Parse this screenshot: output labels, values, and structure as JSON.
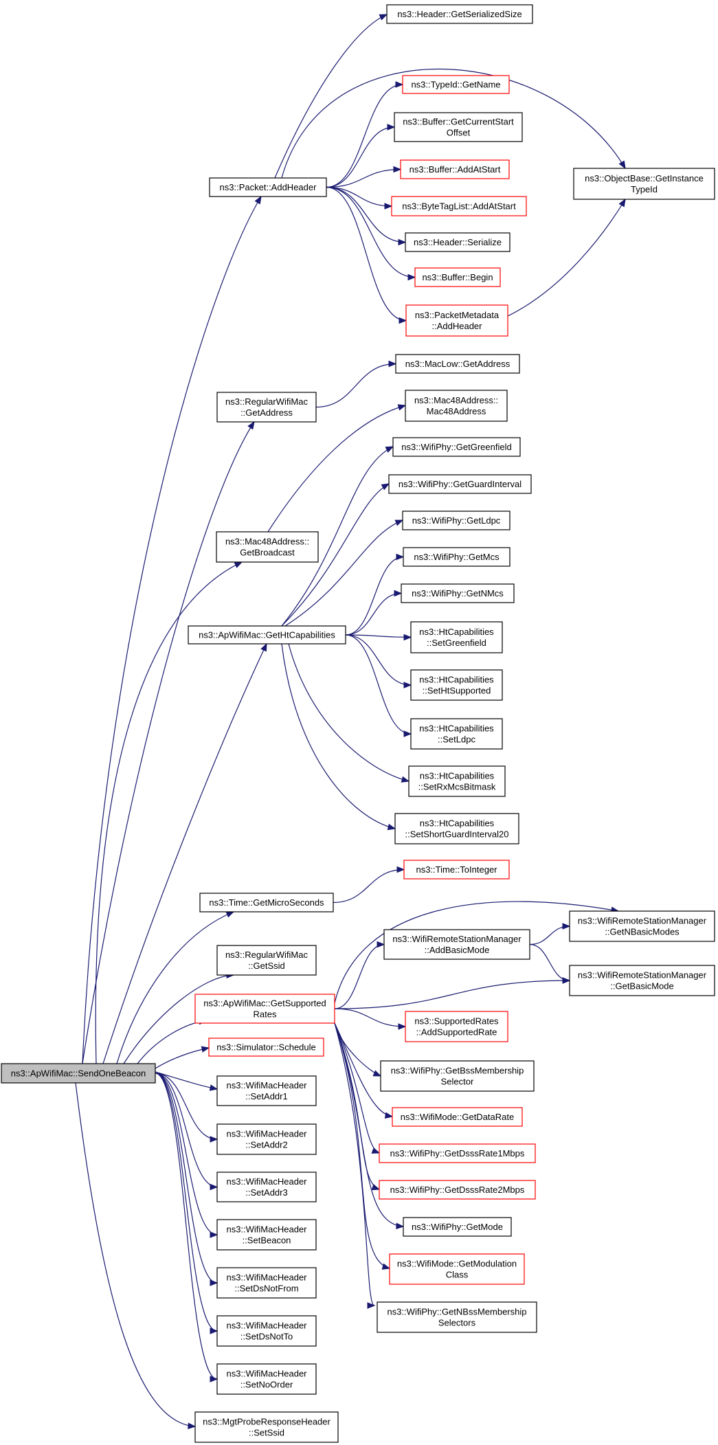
{
  "graph": {
    "nodes": [
      {
        "id": "send",
        "lines": [
          "ns3::ApWifiMac::SendOneBeacon"
        ],
        "style": "gray"
      },
      {
        "id": "addheader",
        "lines": [
          "ns3::Packet::AddHeader"
        ],
        "style": "black"
      },
      {
        "id": "getserialsize",
        "lines": [
          "ns3::Header::GetSerializedSize"
        ],
        "style": "black"
      },
      {
        "id": "typeid_getname",
        "lines": [
          "ns3::TypeId::GetName"
        ],
        "style": "red"
      },
      {
        "id": "buf_curstart",
        "lines": [
          "ns3::Buffer::GetCurrentStart",
          "Offset"
        ],
        "style": "black"
      },
      {
        "id": "buf_addatstart",
        "lines": [
          "ns3::Buffer::AddAtStart"
        ],
        "style": "red"
      },
      {
        "id": "bytetag_addatstart",
        "lines": [
          "ns3::ByteTagList::AddAtStart"
        ],
        "style": "red"
      },
      {
        "id": "header_serialize",
        "lines": [
          "ns3::Header::Serialize"
        ],
        "style": "black"
      },
      {
        "id": "buf_begin",
        "lines": [
          "ns3::Buffer::Begin"
        ],
        "style": "red"
      },
      {
        "id": "pktmeta_addheader",
        "lines": [
          "ns3::PacketMetadata",
          "::AddHeader"
        ],
        "style": "red"
      },
      {
        "id": "objbase_typeid",
        "lines": [
          "ns3::ObjectBase::GetInstance",
          "TypeId"
        ],
        "style": "black"
      },
      {
        "id": "regmac_getaddr",
        "lines": [
          "ns3::RegularWifiMac",
          "::GetAddress"
        ],
        "style": "black"
      },
      {
        "id": "maclow_getaddr",
        "lines": [
          "ns3::MacLow::GetAddress"
        ],
        "style": "black"
      },
      {
        "id": "mac48_ctor",
        "lines": [
          "ns3::Mac48Address::",
          "Mac48Address"
        ],
        "style": "black"
      },
      {
        "id": "mac48_bcast",
        "lines": [
          "ns3::Mac48Address::",
          "GetBroadcast"
        ],
        "style": "black"
      },
      {
        "id": "phy_greenfield",
        "lines": [
          "ns3::WifiPhy::GetGreenfield"
        ],
        "style": "black"
      },
      {
        "id": "phy_guard",
        "lines": [
          "ns3::WifiPhy::GetGuardInterval"
        ],
        "style": "black"
      },
      {
        "id": "phy_ldpc",
        "lines": [
          "ns3::WifiPhy::GetLdpc"
        ],
        "style": "black"
      },
      {
        "id": "phy_mcs",
        "lines": [
          "ns3::WifiPhy::GetMcs"
        ],
        "style": "black"
      },
      {
        "id": "phy_nmcs",
        "lines": [
          "ns3::WifiPhy::GetNMcs"
        ],
        "style": "black"
      },
      {
        "id": "gethtcap",
        "lines": [
          "ns3::ApWifiMac::GetHtCapabilities"
        ],
        "style": "black"
      },
      {
        "id": "htcap_green",
        "lines": [
          "ns3::HtCapabilities",
          "::SetGreenfield"
        ],
        "style": "black"
      },
      {
        "id": "htcap_htsup",
        "lines": [
          "ns3::HtCapabilities",
          "::SetHtSupported"
        ],
        "style": "black"
      },
      {
        "id": "htcap_ldpc",
        "lines": [
          "ns3::HtCapabilities",
          "::SetLdpc"
        ],
        "style": "black"
      },
      {
        "id": "htcap_rxmcs",
        "lines": [
          "ns3::HtCapabilities",
          "::SetRxMcsBitmask"
        ],
        "style": "black"
      },
      {
        "id": "htcap_sgi",
        "lines": [
          "ns3::HtCapabilities",
          "::SetShortGuardInterval20"
        ],
        "style": "black"
      },
      {
        "id": "time_getus",
        "lines": [
          "ns3::Time::GetMicroSeconds"
        ],
        "style": "black"
      },
      {
        "id": "time_toint",
        "lines": [
          "ns3::Time::ToInteger"
        ],
        "style": "red"
      },
      {
        "id": "regmac_getssid",
        "lines": [
          "ns3::RegularWifiMac",
          "::GetSsid"
        ],
        "style": "black"
      },
      {
        "id": "getsuprates",
        "lines": [
          "ns3::ApWifiMac::GetSupported",
          "Rates"
        ],
        "style": "red"
      },
      {
        "id": "rsm_addbasic",
        "lines": [
          "ns3::WifiRemoteStationManager",
          "::AddBasicMode"
        ],
        "style": "black"
      },
      {
        "id": "rsm_getnbasic",
        "lines": [
          "ns3::WifiRemoteStationManager",
          "::GetNBasicModes"
        ],
        "style": "black"
      },
      {
        "id": "rsm_getbasic",
        "lines": [
          "ns3::WifiRemoteStationManager",
          "::GetBasicMode"
        ],
        "style": "black"
      },
      {
        "id": "suprates_add",
        "lines": [
          "ns3::SupportedRates",
          "::AddSupportedRate"
        ],
        "style": "red"
      },
      {
        "id": "phy_bssmem",
        "lines": [
          "ns3::WifiPhy::GetBssMembership",
          "Selector"
        ],
        "style": "black"
      },
      {
        "id": "mode_datarate",
        "lines": [
          "ns3::WifiMode::GetDataRate"
        ],
        "style": "red"
      },
      {
        "id": "phy_dsss1",
        "lines": [
          "ns3::WifiPhy::GetDsssRate1Mbps"
        ],
        "style": "red"
      },
      {
        "id": "phy_dsss2",
        "lines": [
          "ns3::WifiPhy::GetDsssRate2Mbps"
        ],
        "style": "red"
      },
      {
        "id": "phy_getmode",
        "lines": [
          "ns3::WifiPhy::GetMode"
        ],
        "style": "black"
      },
      {
        "id": "mode_modclass",
        "lines": [
          "ns3::WifiMode::GetModulation",
          "Class"
        ],
        "style": "red"
      },
      {
        "id": "phy_nbssmem",
        "lines": [
          "ns3::WifiPhy::GetNBssMembership",
          "Selectors"
        ],
        "style": "black"
      },
      {
        "id": "sim_schedule",
        "lines": [
          "ns3::Simulator::Schedule"
        ],
        "style": "red"
      },
      {
        "id": "hdr_addr1",
        "lines": [
          "ns3::WifiMacHeader",
          "::SetAddr1"
        ],
        "style": "black"
      },
      {
        "id": "hdr_addr2",
        "lines": [
          "ns3::WifiMacHeader",
          "::SetAddr2"
        ],
        "style": "black"
      },
      {
        "id": "hdr_addr3",
        "lines": [
          "ns3::WifiMacHeader",
          "::SetAddr3"
        ],
        "style": "black"
      },
      {
        "id": "hdr_beacon",
        "lines": [
          "ns3::WifiMacHeader",
          "::SetBeacon"
        ],
        "style": "black"
      },
      {
        "id": "hdr_dsnotfrom",
        "lines": [
          "ns3::WifiMacHeader",
          "::SetDsNotFrom"
        ],
        "style": "black"
      },
      {
        "id": "hdr_dsnotto",
        "lines": [
          "ns3::WifiMacHeader",
          "::SetDsNotTo"
        ],
        "style": "black"
      },
      {
        "id": "hdr_noorder",
        "lines": [
          "ns3::WifiMacHeader",
          "::SetNoOrder"
        ],
        "style": "black"
      },
      {
        "id": "probe_setssid",
        "lines": [
          "ns3::MgtProbeResponseHeader",
          "::SetSsid"
        ],
        "style": "black"
      }
    ],
    "edges": [
      [
        "send",
        "addheader"
      ],
      [
        "send",
        "regmac_getaddr"
      ],
      [
        "send",
        "mac48_bcast"
      ],
      [
        "send",
        "gethtcap"
      ],
      [
        "send",
        "time_getus"
      ],
      [
        "send",
        "regmac_getssid"
      ],
      [
        "send",
        "getsuprates"
      ],
      [
        "send",
        "sim_schedule"
      ],
      [
        "send",
        "hdr_addr1"
      ],
      [
        "send",
        "hdr_addr2"
      ],
      [
        "send",
        "hdr_addr3"
      ],
      [
        "send",
        "hdr_beacon"
      ],
      [
        "send",
        "hdr_dsnotfrom"
      ],
      [
        "send",
        "hdr_dsnotto"
      ],
      [
        "send",
        "hdr_noorder"
      ],
      [
        "send",
        "probe_setssid"
      ],
      [
        "addheader",
        "getserialsize"
      ],
      [
        "addheader",
        "objbase_typeid"
      ],
      [
        "addheader",
        "typeid_getname"
      ],
      [
        "addheader",
        "buf_curstart"
      ],
      [
        "addheader",
        "buf_addatstart"
      ],
      [
        "addheader",
        "bytetag_addatstart"
      ],
      [
        "addheader",
        "header_serialize"
      ],
      [
        "addheader",
        "buf_begin"
      ],
      [
        "addheader",
        "pktmeta_addheader"
      ],
      [
        "pktmeta_addheader",
        "objbase_typeid"
      ],
      [
        "regmac_getaddr",
        "maclow_getaddr"
      ],
      [
        "mac48_bcast",
        "mac48_ctor"
      ],
      [
        "gethtcap",
        "phy_greenfield"
      ],
      [
        "gethtcap",
        "phy_guard"
      ],
      [
        "gethtcap",
        "phy_ldpc"
      ],
      [
        "gethtcap",
        "phy_mcs"
      ],
      [
        "gethtcap",
        "phy_nmcs"
      ],
      [
        "gethtcap",
        "htcap_green"
      ],
      [
        "gethtcap",
        "htcap_htsup"
      ],
      [
        "gethtcap",
        "htcap_ldpc"
      ],
      [
        "gethtcap",
        "htcap_rxmcs"
      ],
      [
        "gethtcap",
        "htcap_sgi"
      ],
      [
        "time_getus",
        "time_toint"
      ],
      [
        "getsuprates",
        "rsm_getnbasic"
      ],
      [
        "getsuprates",
        "rsm_addbasic"
      ],
      [
        "getsuprates",
        "rsm_getbasic"
      ],
      [
        "getsuprates",
        "suprates_add"
      ],
      [
        "getsuprates",
        "phy_bssmem"
      ],
      [
        "getsuprates",
        "mode_datarate"
      ],
      [
        "getsuprates",
        "phy_dsss1"
      ],
      [
        "getsuprates",
        "phy_dsss2"
      ],
      [
        "getsuprates",
        "phy_getmode"
      ],
      [
        "getsuprates",
        "mode_modclass"
      ],
      [
        "getsuprates",
        "phy_nbssmem"
      ],
      [
        "rsm_addbasic",
        "rsm_getnbasic"
      ],
      [
        "rsm_addbasic",
        "rsm_getbasic"
      ]
    ],
    "colors": {
      "edge": "#191970",
      "red_border": "#ff0000",
      "root_fill": "#bfbfbf"
    }
  }
}
